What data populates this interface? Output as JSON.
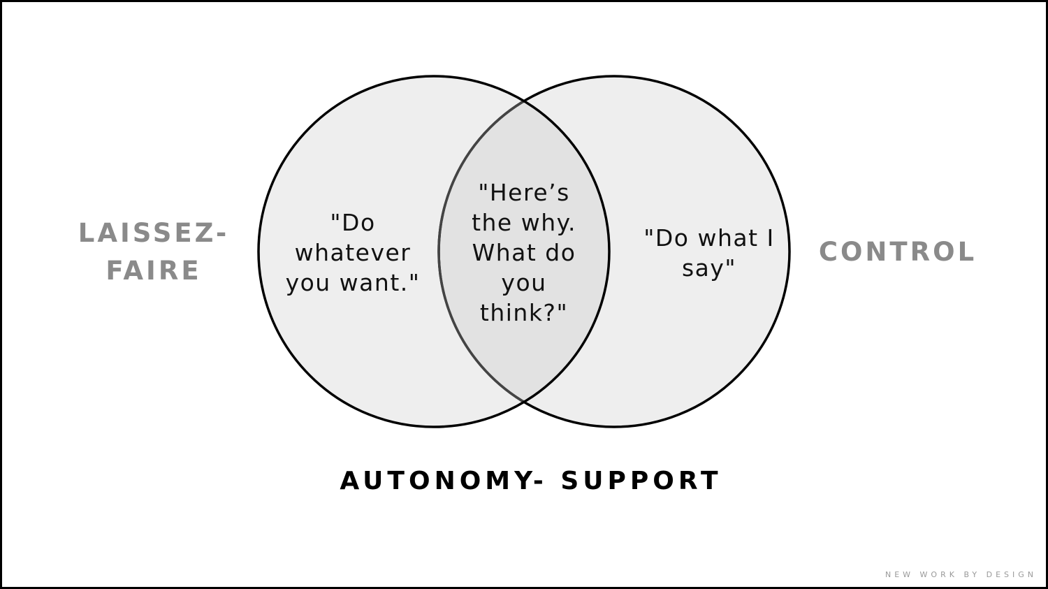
{
  "diagram": {
    "left_circle_text": "\"Do whatever you want.\"",
    "overlap_text": "\"Here’s the why. What do you think?\"",
    "right_circle_text": "\"Do what I say\"",
    "left_label": "LAISSEZ- FAIRE",
    "right_label": "CONTROL",
    "bottom_label": "AUTONOMY- SUPPORT",
    "brand": "NEW WORK BY DESIGN",
    "colors": {
      "circle_fill": "#eeeeee",
      "overlap_fill": "#e2e2e2",
      "side_label": "#8a8a8a"
    }
  }
}
